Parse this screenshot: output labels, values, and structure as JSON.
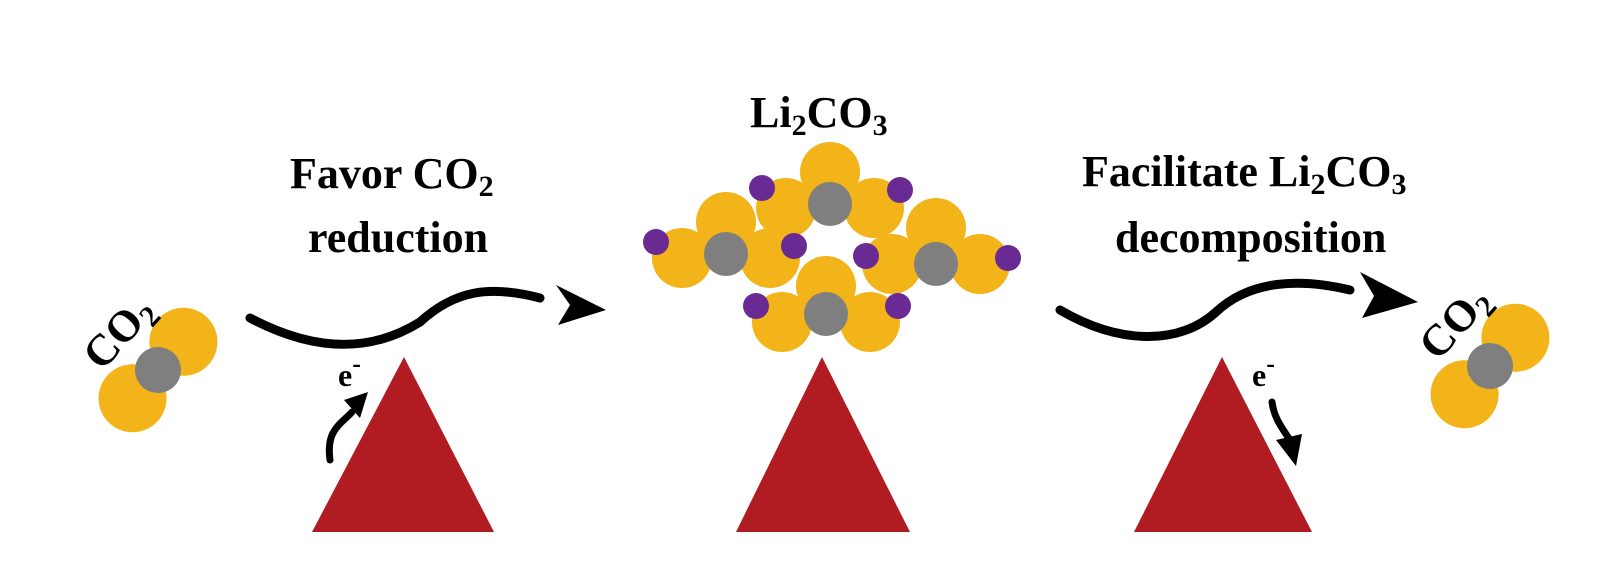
{
  "labels": {
    "reactant_co2": {
      "main": "CO",
      "sub": "2"
    },
    "product_co2": {
      "main": "CO",
      "sub": "2"
    },
    "li2co3": {
      "a": "Li",
      "sub1": "2",
      "b": "CO",
      "sub2": "3"
    },
    "favor": {
      "line1_main": "Favor CO",
      "line1_sub": "2",
      "line2": "reduction"
    },
    "facilitate": {
      "line1_main": "Facilitate Li",
      "line1_sub1": "2",
      "line1_mid": "CO",
      "line1_sub2": "3",
      "line2": "decomposition"
    },
    "electron_left": {
      "e": "e",
      "sup": "-"
    },
    "electron_right": {
      "e": "e",
      "sup": "-"
    }
  },
  "colors": {
    "oxygen": "#F2B418",
    "carbon": "#7F7F7F",
    "lithium": "#6A2A93",
    "catalyst": "#B01C22",
    "arrow": "#000000"
  }
}
